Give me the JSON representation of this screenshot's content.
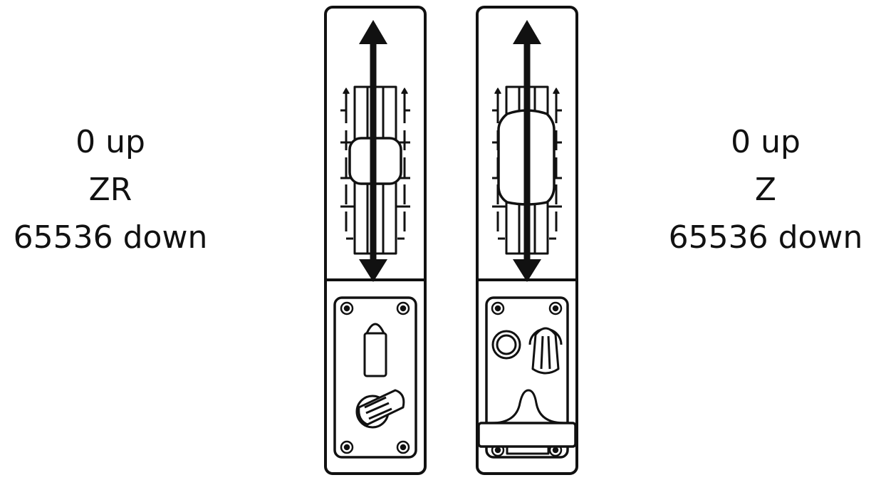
{
  "left_axis": {
    "top": "0 up",
    "name": "ZR",
    "bottom": "65536 down"
  },
  "right_axis": {
    "top": "0 up",
    "name": "Z",
    "bottom": "65536 down"
  },
  "colors": {
    "stroke": "#111111",
    "background": "#ffffff"
  },
  "icons": {
    "direction": "double-arrow-vertical-icon"
  }
}
